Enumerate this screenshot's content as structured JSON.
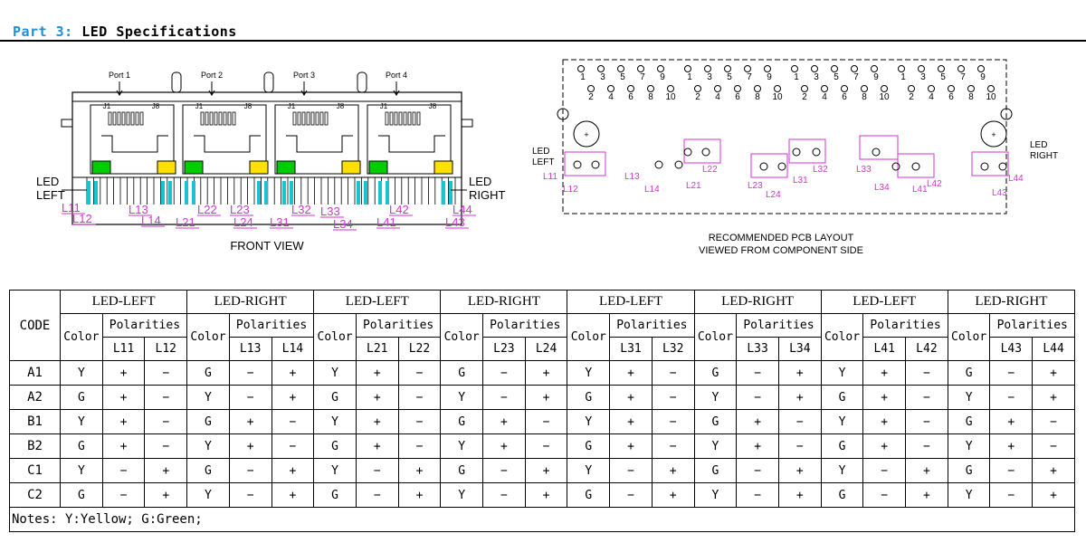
{
  "header": {
    "part_prefix": "Part 3:",
    "title": "LED Specifications"
  },
  "front_view": {
    "caption": "FRONT VIEW",
    "ports": [
      "Port 1",
      "Port 2",
      "Port 3",
      "Port 4"
    ],
    "jacks": [
      [
        "J1",
        "J8"
      ],
      [
        "J1",
        "J8"
      ],
      [
        "J1",
        "J8"
      ],
      [
        "J1",
        "J8"
      ]
    ],
    "led_left_label": [
      "LED",
      "LEFT"
    ],
    "led_right_label": [
      "LED",
      "RIGHT"
    ],
    "pin_labels": [
      "L11",
      "L12",
      "L13",
      "L14",
      "L21",
      "L22",
      "L23",
      "L24",
      "L31",
      "L32",
      "L33",
      "L34",
      "L41",
      "L42",
      "L44",
      "L43"
    ],
    "led_colors": {
      "green": "#00cc00",
      "yellow": "#ffe000",
      "label": "#d633d6"
    }
  },
  "pcb_layout": {
    "caption_line1": "RECOMMENDED PCB LAYOUT",
    "caption_line2": "VIEWED FROM COMPONENT SIDE",
    "odd_pins": [
      "1",
      "3",
      "5",
      "7",
      "9"
    ],
    "even_pins": [
      "2",
      "4",
      "6",
      "8",
      "10"
    ],
    "led_left_label": [
      "LED",
      "LEFT"
    ],
    "led_right_label": [
      "LED",
      "RIGHT"
    ],
    "pin_labels": [
      "L11",
      "L12",
      "L13",
      "L14",
      "L22",
      "L21",
      "L23",
      "L24",
      "L31",
      "L32",
      "L33",
      "L34",
      "L41",
      "L42",
      "L44",
      "L43"
    ]
  },
  "table": {
    "code_header": "CODE",
    "groups": [
      "LED-LEFT",
      "LED-RIGHT",
      "LED-LEFT",
      "LED-RIGHT",
      "LED-LEFT",
      "LED-RIGHT",
      "LED-LEFT",
      "LED-RIGHT"
    ],
    "color_header": "Color",
    "polarities_header": "Polarities",
    "pin_headers": [
      "L11",
      "L12",
      "L13",
      "L14",
      "L21",
      "L22",
      "L23",
      "L24",
      "L31",
      "L32",
      "L33",
      "L34",
      "L41",
      "L42",
      "L43",
      "L44"
    ],
    "rows": [
      {
        "code": "A1",
        "cells": [
          "Y",
          "+",
          "−",
          "G",
          "−",
          "+",
          "Y",
          "+",
          "−",
          "G",
          "−",
          "+",
          "Y",
          "+",
          "−",
          "G",
          "−",
          "+",
          "Y",
          "+",
          "−",
          "G",
          "−",
          "+"
        ]
      },
      {
        "code": "A2",
        "cells": [
          "G",
          "+",
          "−",
          "Y",
          "−",
          "+",
          "G",
          "+",
          "−",
          "Y",
          "−",
          "+",
          "G",
          "+",
          "−",
          "Y",
          "−",
          "+",
          "G",
          "+",
          "−",
          "Y",
          "−",
          "+"
        ]
      },
      {
        "code": "B1",
        "cells": [
          "Y",
          "+",
          "−",
          "G",
          "+",
          "−",
          "Y",
          "+",
          "−",
          "G",
          "+",
          "−",
          "Y",
          "+",
          "−",
          "G",
          "+",
          "−",
          "Y",
          "+",
          "−",
          "G",
          "+",
          "−"
        ]
      },
      {
        "code": "B2",
        "cells": [
          "G",
          "+",
          "−",
          "Y",
          "+",
          "−",
          "G",
          "+",
          "−",
          "Y",
          "+",
          "−",
          "G",
          "+",
          "−",
          "Y",
          "+",
          "−",
          "G",
          "+",
          "−",
          "Y",
          "+",
          "−"
        ]
      },
      {
        "code": "C1",
        "cells": [
          "Y",
          "−",
          "+",
          "G",
          "−",
          "+",
          "Y",
          "−",
          "+",
          "G",
          "−",
          "+",
          "Y",
          "−",
          "+",
          "G",
          "−",
          "+",
          "Y",
          "−",
          "+",
          "G",
          "−",
          "+"
        ]
      },
      {
        "code": "C2",
        "cells": [
          "G",
          "−",
          "+",
          "Y",
          "−",
          "+",
          "G",
          "−",
          "+",
          "Y",
          "−",
          "+",
          "G",
          "−",
          "+",
          "Y",
          "−",
          "+",
          "G",
          "−",
          "+",
          "Y",
          "−",
          "+"
        ]
      }
    ],
    "notes": "Notes:    Y:Yellow;    G:Green;"
  }
}
